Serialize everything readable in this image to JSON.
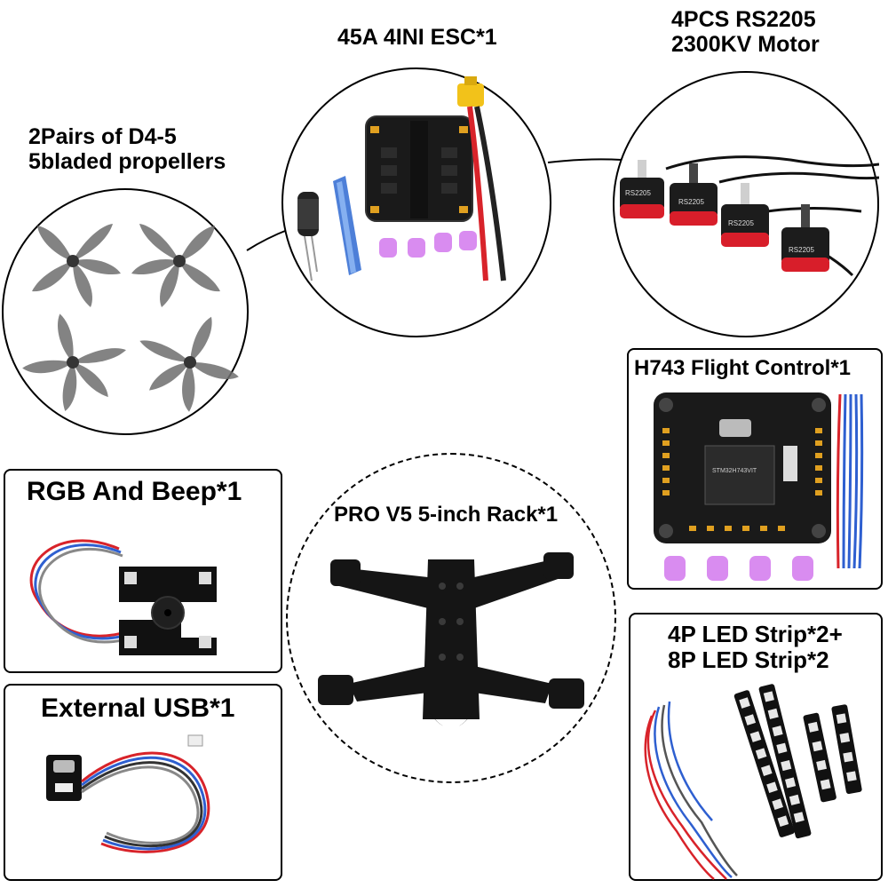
{
  "labels": {
    "esc": [
      "45A 4INI ESC*1"
    ],
    "motor": [
      "4PCS RS2205",
      "2300KV Motor"
    ],
    "props": [
      "2Pairs of D4-5",
      "5bladed propellers"
    ],
    "flight_control": [
      "H743 Flight Control*1"
    ],
    "rgb": [
      "RGB And Beep*1"
    ],
    "rack": [
      "PRO V5 5-inch Rack*1"
    ],
    "usb": [
      "External USB*1"
    ],
    "led": [
      "4P LED Strip*2+",
      "8P LED Strip*2"
    ]
  },
  "printed_text": {
    "motor_brand": "RS2205",
    "fc_chip": "STM32H743VIT"
  },
  "colors": {
    "esc_board": "#1a1a1a",
    "esc_pads": "#e0a020",
    "motor_bell": "#1c1c1c",
    "motor_base": "#d81e2a",
    "prop": "#6e6e6e",
    "grommet": "#d98cf0",
    "wire_red": "#d8232a",
    "wire_blue": "#2e5fd0",
    "carbon": "#151515"
  }
}
